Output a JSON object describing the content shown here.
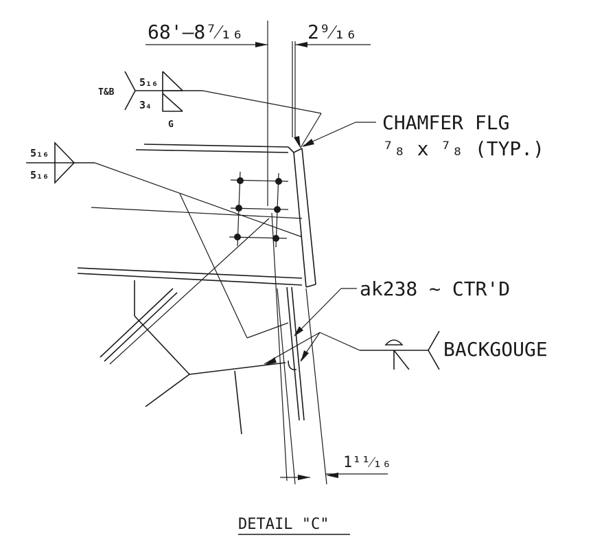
{
  "dimensions": {
    "top_left": "68'—8⁷⁄₁₆",
    "top_right": "2⁹⁄₁₆",
    "bottom": "1¹¹⁄₁₆"
  },
  "weld_top": {
    "tail": "T&B",
    "size_top": "5₁₆",
    "size_bottom": "3₄",
    "finish": "G"
  },
  "weld_left": {
    "size_top": "5₁₆",
    "size_bottom": "5₁₆"
  },
  "notes": {
    "chamfer_line1": "CHAMFER FLG",
    "chamfer_line2": "⁷₈ x ⁷₈ (TYP.)",
    "callout": "ak238 ~ CTR'D",
    "backgouge": "BACKGOUGE"
  },
  "title": "DETAIL \"C\""
}
